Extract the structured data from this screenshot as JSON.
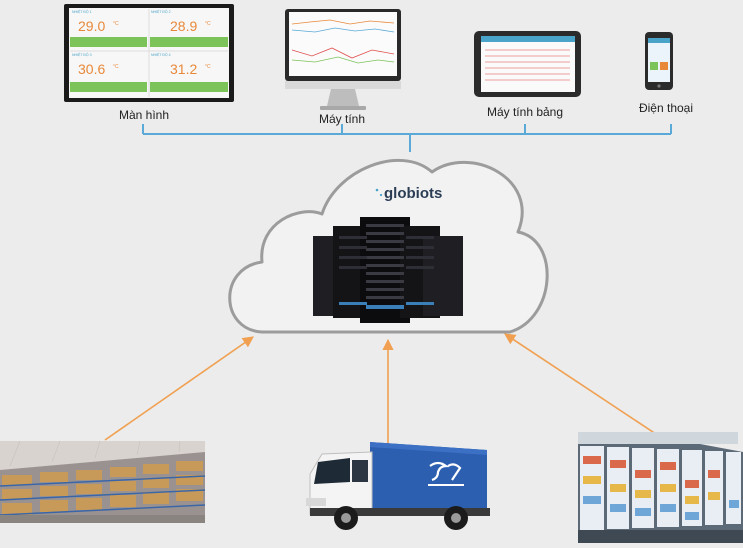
{
  "devices": [
    {
      "key": "monitor",
      "label": "Màn hình"
    },
    {
      "key": "computer",
      "label": "Máy tính"
    },
    {
      "key": "tablet",
      "label": "Máy tính bảng"
    },
    {
      "key": "phone",
      "label": "Điện thoại"
    }
  ],
  "monitor_tiles": [
    {
      "value": "29.0",
      "unit": "°C"
    },
    {
      "value": "28.9",
      "unit": "°C"
    },
    {
      "value": "30.6",
      "unit": "°C"
    },
    {
      "value": "31.2",
      "unit": "°C"
    }
  ],
  "cloud": {
    "brand": "globiots"
  },
  "colors": {
    "connector_blue": "#5aa9d6",
    "arrow_orange": "#f0a050",
    "tile_green": "#7cc35a",
    "value_orange": "#e8893a"
  }
}
